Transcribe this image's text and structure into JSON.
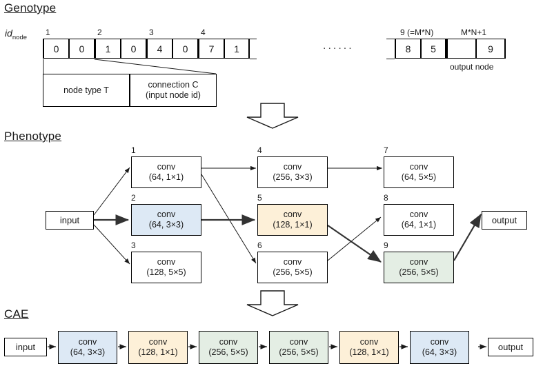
{
  "sections": {
    "genotype_title": "Genotype",
    "phenotype_title": "Phenotype",
    "cae_title": "CAE"
  },
  "genotype": {
    "id_label": "id",
    "id_sub": "node",
    "left_indices": [
      "1",
      "2",
      "3",
      "4"
    ],
    "left_cells": [
      "0",
      "0",
      "1",
      "0",
      "4",
      "0",
      "7",
      "1"
    ],
    "ellipsis": "......",
    "right_index_1": "9 (=M*N)",
    "right_index_2": "M*N+1",
    "right_cells": [
      "8",
      "5",
      "",
      "9"
    ],
    "output_node_label": "output node",
    "descriptor": {
      "node_type": "node type T",
      "connection_line1": "connection C",
      "connection_line2": "(input node id)"
    }
  },
  "phenotype": {
    "input_label": "input",
    "output_label": "output",
    "nodes": [
      {
        "num": "1",
        "line1": "conv",
        "line2": "(64, 1×1)",
        "color": "#ffffff"
      },
      {
        "num": "2",
        "line1": "conv",
        "line2": "(64, 3×3)",
        "color": "#dde9f5"
      },
      {
        "num": "3",
        "line1": "conv",
        "line2": "(128, 5×5)",
        "color": "#ffffff"
      },
      {
        "num": "4",
        "line1": "conv",
        "line2": "(256, 3×3)",
        "color": "#ffffff"
      },
      {
        "num": "5",
        "line1": "conv",
        "line2": "(128, 1×1)",
        "color": "#fdf0d8"
      },
      {
        "num": "6",
        "line1": "conv",
        "line2": "(256, 5×5)",
        "color": "#ffffff"
      },
      {
        "num": "7",
        "line1": "conv",
        "line2": "(64, 5×5)",
        "color": "#ffffff"
      },
      {
        "num": "8",
        "line1": "conv",
        "line2": "(64, 1×1)",
        "color": "#ffffff"
      },
      {
        "num": "9",
        "line1": "conv",
        "line2": "(256, 5×5)",
        "color": "#e4eee4"
      }
    ]
  },
  "cae": {
    "input_label": "input",
    "output_label": "output",
    "layers": [
      {
        "line1": "conv",
        "line2": "(64, 3×3)",
        "color": "#dde9f5"
      },
      {
        "line1": "conv",
        "line2": "(128, 1×1)",
        "color": "#fdf0d8"
      },
      {
        "line1": "conv",
        "line2": "(256, 5×5)",
        "color": "#e4eee4"
      },
      {
        "line1": "conv",
        "line2": "(256, 5×5)",
        "color": "#e4eee4"
      },
      {
        "line1": "conv",
        "line2": "(128, 1×1)",
        "color": "#fdf0d8"
      },
      {
        "line1": "conv",
        "line2": "(64, 3×3)",
        "color": "#dde9f5"
      }
    ]
  },
  "colors": {
    "stroke": "#1a1a1a",
    "blue": "#dde9f5",
    "yellow": "#fdf0d8",
    "green": "#e4eee4"
  }
}
